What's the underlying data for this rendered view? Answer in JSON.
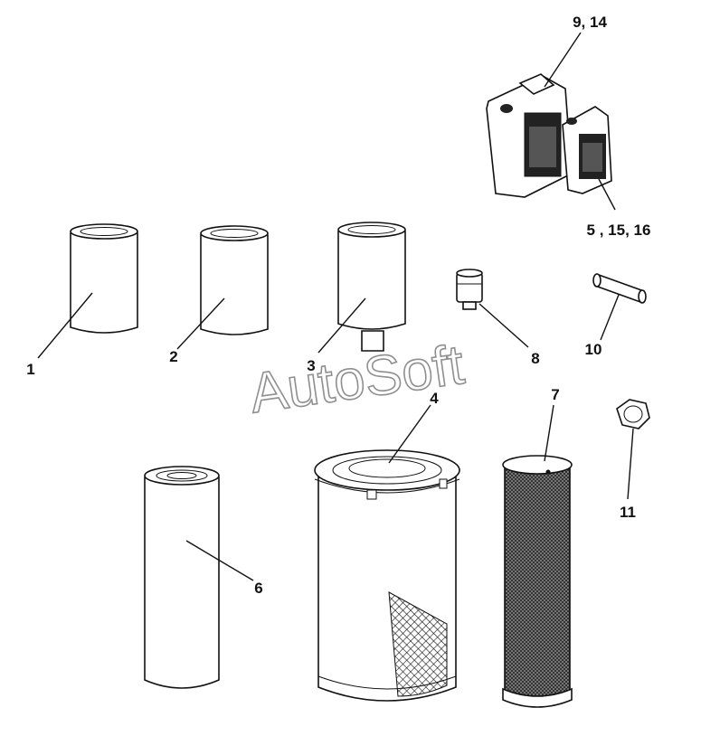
{
  "diagram": {
    "watermark": "AutoSoft",
    "parts": [
      {
        "key": "oil_filter_1",
        "label": "1",
        "icon": "spin-on-filter"
      },
      {
        "key": "oil_filter_2",
        "label": "2",
        "icon": "spin-on-filter"
      },
      {
        "key": "fuel_filter_3",
        "label": "3",
        "icon": "fuel-filter-with-bowl"
      },
      {
        "key": "air_filter_4",
        "label": "4",
        "icon": "outer-air-filter"
      },
      {
        "key": "canisters_5",
        "label": "5 , 15, 16",
        "icon": "small-canister"
      },
      {
        "key": "hydraulic_filter_6",
        "label": "6",
        "icon": "cartridge-filter"
      },
      {
        "key": "inner_filter_7",
        "label": "7",
        "icon": "safety-air-filter"
      },
      {
        "key": "breather_8",
        "label": "8",
        "icon": "breather"
      },
      {
        "key": "canisters_9",
        "label": "9, 14",
        "icon": "large-canister"
      },
      {
        "key": "element_10",
        "label": "10",
        "icon": "small-element"
      },
      {
        "key": "nut_11",
        "label": "11",
        "icon": "hex-cap"
      }
    ]
  }
}
